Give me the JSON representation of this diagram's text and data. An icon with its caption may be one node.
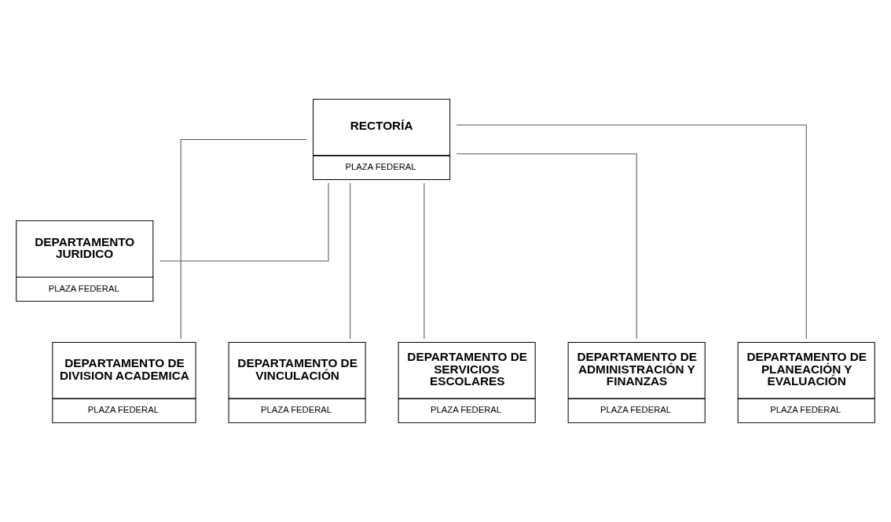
{
  "diagram": {
    "nodes": [
      {
        "text": [
          "RECTORÍA",
          "PLAZA FEDERAL"
        ]
      },
      {
        "text": [
          "DEPARTAMENTO JURIDICO",
          "PLAZA FEDERAL"
        ]
      },
      {
        "text": [
          "DEPARTAMENTO DE DIVISION ACADEMICA",
          "PLAZA FEDERAL"
        ]
      },
      {
        "text": [
          "DEPARTAMENTO DE VINCULACIÓN",
          "PLAZA FEDERAL"
        ]
      },
      {
        "text": [
          "DEPARTAMENTO DE SERVICIOS ESCOLARES",
          "PLAZA FEDERAL"
        ]
      },
      {
        "text": [
          "DEPARTAMENTO DE ADMINISTRACIÓN Y FINANZAS",
          "PLAZA FEDERAL"
        ]
      },
      {
        "text": [
          "DEPARTAMENTO DE PLANEACIÓN Y EVALUACIÓN",
          "PLAZA FEDERAL"
        ]
      }
    ],
    "edges": [
      {
        "from": 0,
        "to": 1,
        "arrow": "none"
      },
      {
        "from": 0,
        "to": 2,
        "arrow": "none"
      },
      {
        "from": 0,
        "to": 3,
        "arrow": "none"
      },
      {
        "from": 0,
        "to": 4,
        "arrow": "none"
      },
      {
        "from": 0,
        "to": 5,
        "arrow": "none"
      },
      {
        "from": 0,
        "to": 6,
        "arrow": "none"
      }
    ]
  }
}
